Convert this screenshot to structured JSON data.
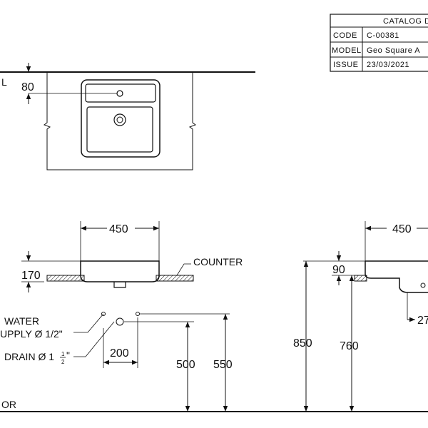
{
  "title_block": {
    "heading": "CATALOG D",
    "rows": [
      {
        "key": "CODE",
        "value": "C-00381"
      },
      {
        "key": "MODEL",
        "value": "Geo Square A"
      },
      {
        "key": "ISSUE",
        "value": "23/03/2021"
      }
    ]
  },
  "labels": {
    "wall_fragment": "L",
    "counter": "COUNTER",
    "water": "WATER",
    "supply": "UPPLY Ø 1/2\"",
    "drain": "DRAIN Ø 1",
    "drain_frac_num": "1",
    "drain_frac_den": "2",
    "drain_inch": "\"",
    "floor": "OR"
  },
  "dimensions": {
    "top_80": "80",
    "front_width": "450",
    "front_height": "170",
    "spacing_200": "200",
    "drain_500": "500",
    "supply_550": "550",
    "side_width": "450",
    "side_90": "90",
    "side_850": "850",
    "side_760": "760",
    "side_partial": "27"
  }
}
